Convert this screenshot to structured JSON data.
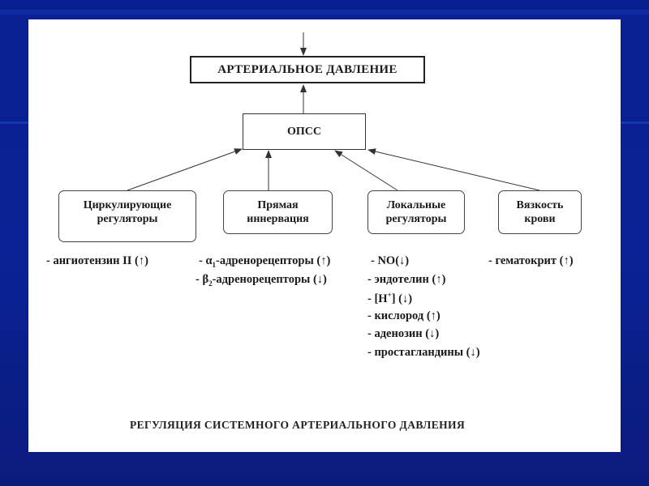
{
  "diagram": {
    "main_box": "АРТЕРИАЛЬНОЕ  ДАВЛЕНИЕ",
    "opss_box": "ОПСС",
    "regulator_boxes": [
      {
        "line1": "Циркулирующие",
        "line2": "регуляторы"
      },
      {
        "line1": "Прямая",
        "line2": "иннервация"
      },
      {
        "line1": "Локальные",
        "line2": "регуляторы"
      },
      {
        "line1": "Вязкость",
        "line2": "крови"
      }
    ],
    "lists": {
      "circulating": [
        "- ангиотензин II (↑)"
      ],
      "innervation": {
        "alpha_prefix": "- α",
        "alpha_sub": "1",
        "alpha_rest": "-адренорецепторы (↑)",
        "beta_prefix": "- β",
        "beta_sub": "2",
        "beta_rest": "-адренорецепторы (↓)"
      },
      "local": {
        "no": "- NO(↓)",
        "endothelin": "- эндотелин (↑)",
        "h_prefix": "- [H",
        "h_sup": "+",
        "h_rest": "] (↓)",
        "oxygen": "- кислород (↑)",
        "adenosine": "- аденозин (↓)",
        "prostaglandins": "- простагландины (↓)"
      },
      "viscosity": [
        "- гематокрит (↑)"
      ]
    },
    "caption": "РЕГУЛЯЦИЯ СИСТЕМНОГО АРТЕРИАЛЬНОГО ДАВЛЕНИЯ"
  },
  "colors": {
    "background": "#0a1f8f",
    "slide": "#ffffff",
    "text": "#1a1a1a"
  }
}
